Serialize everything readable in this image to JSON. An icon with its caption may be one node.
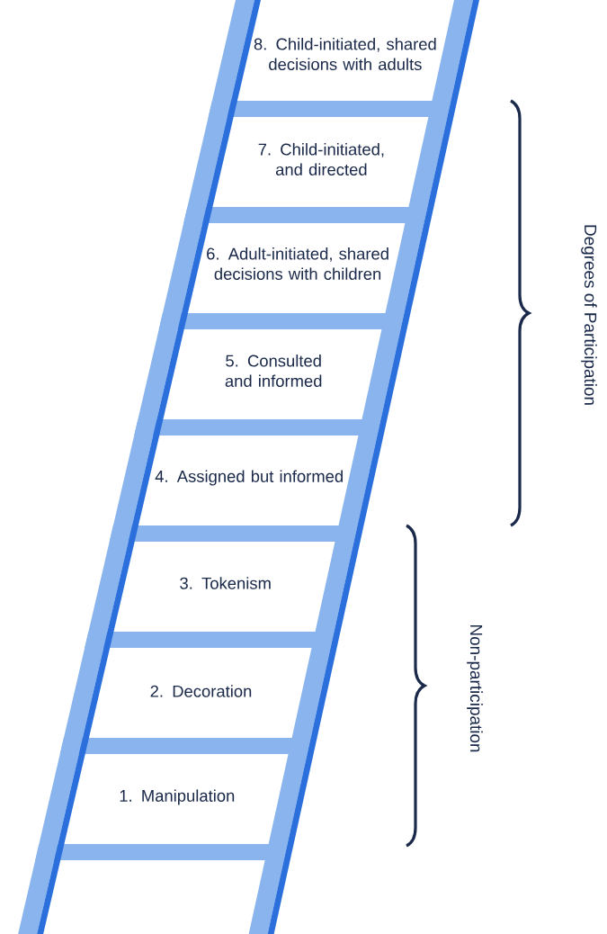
{
  "diagram": {
    "nodes": [
      {
        "text": [
          "8. Child-initiated, shared decisions with adults"
        ]
      },
      {
        "text": [
          "7. Child-initiated, and directed"
        ]
      },
      {
        "text": [
          "6. Adult-initiated, shared decisions with children"
        ]
      },
      {
        "text": [
          "5. Consulted and informed"
        ]
      },
      {
        "text": [
          "4. Assigned but informed"
        ]
      },
      {
        "text": [
          "3. Tokenism"
        ]
      },
      {
        "text": [
          "2. Decoration"
        ]
      },
      {
        "text": [
          "1. Manipulation"
        ]
      }
    ],
    "labels": [
      "Degrees of Participation",
      "Non-participation"
    ]
  }
}
